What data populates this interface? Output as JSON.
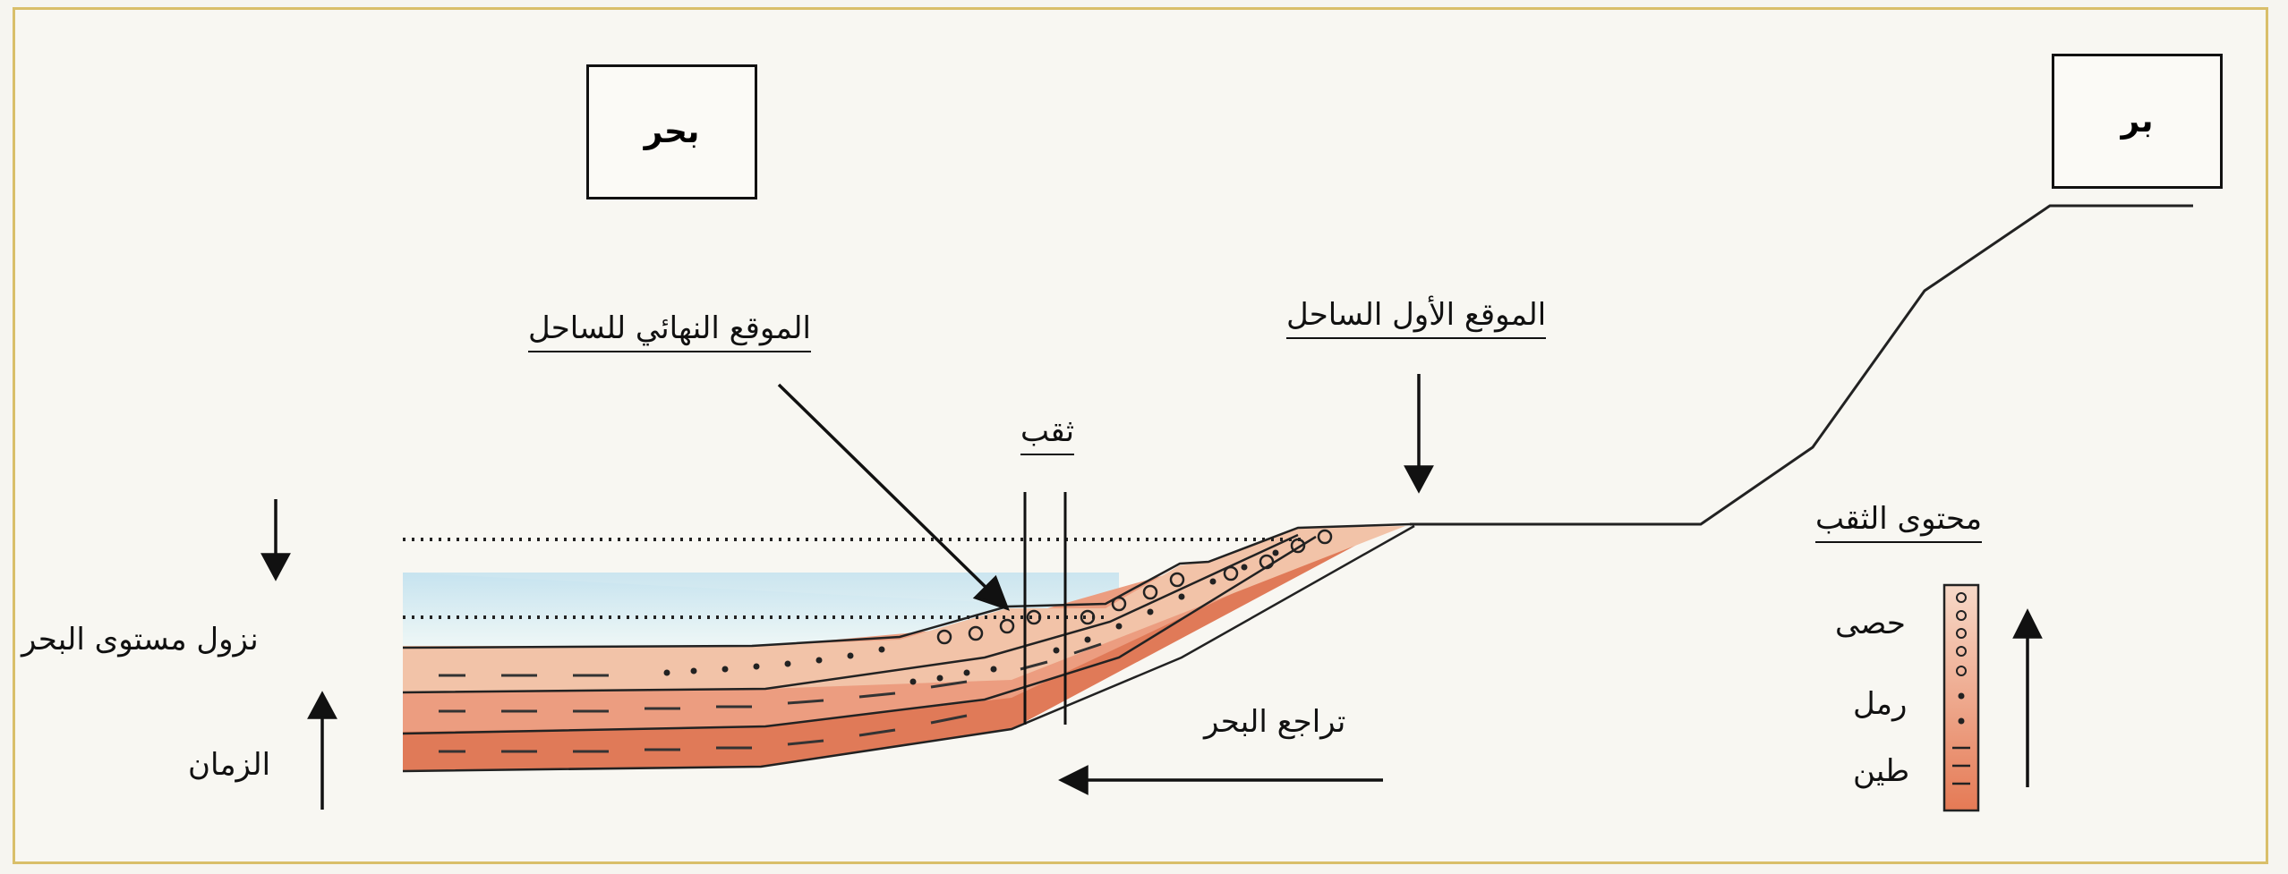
{
  "labels": {
    "land": "بر",
    "sea": "بحر",
    "initial_shore": "الموقع الأول الساحل",
    "final_shore": "الموقع النهائي للساحل",
    "borehole": "ثقب",
    "sea_level_fall": "نزول مستوى البحر",
    "time": "الزمان",
    "regression": "تراجع البحر",
    "borehole_content": "محتوى الثقب"
  },
  "legend": {
    "gravel": "حصى",
    "sand": "رمل",
    "clay": "طين"
  },
  "colors": {
    "sea_top": "#c9e6f0",
    "sea_bottom": "#edf6f6",
    "layer_top": "#f2c6ad",
    "layer_mid": "#ec9d80",
    "layer_bottom": "#e07a58",
    "frame": "#d9bf6a"
  }
}
